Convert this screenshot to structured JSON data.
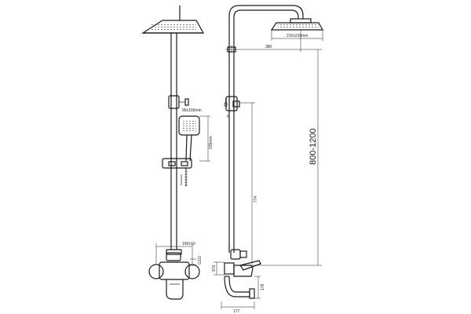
{
  "dimensions": {
    "head_size": "210x210mm",
    "arm_reach": "380",
    "hand_shower_size": "95x100mm",
    "hand_shower_length": "235mm",
    "column_height": "774",
    "adjustable_height": "800-1200",
    "mixer_spacing": "150±10",
    "inlet_thread": "G1/2",
    "mixer_depth": "470",
    "spout_drop": "178",
    "spout_reach": "177"
  }
}
